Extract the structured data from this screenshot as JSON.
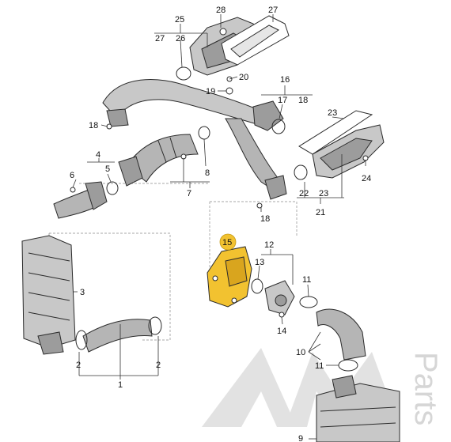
{
  "colors": {
    "highlight": "#f2c230",
    "part_fill": "#c8c8c8",
    "part_shade": "#9c9c9c",
    "watermark": "#d6d6d6"
  },
  "watermark": {
    "logo_letters": "AM",
    "text": "Parts"
  },
  "callouts": {
    "c25": "25",
    "c28": "28",
    "c27a": "27",
    "c27b": "27",
    "c26": "26",
    "c20": "20",
    "c19": "19",
    "c16": "16",
    "c17": "17",
    "c18a": "18",
    "c18b": "18",
    "c23a": "23",
    "c4": "4",
    "c6": "6",
    "c5": "5",
    "c8": "8",
    "c7": "7",
    "c22": "22",
    "c23b": "23",
    "c24": "24",
    "c21": "21",
    "c18c": "18",
    "c15": "15",
    "c12": "12",
    "c13": "13",
    "c3": "3",
    "c11a": "11",
    "c14": "14",
    "c10": "10",
    "c11b": "11",
    "c2a": "2",
    "c2b": "2",
    "c1": "1",
    "c9": "9"
  }
}
